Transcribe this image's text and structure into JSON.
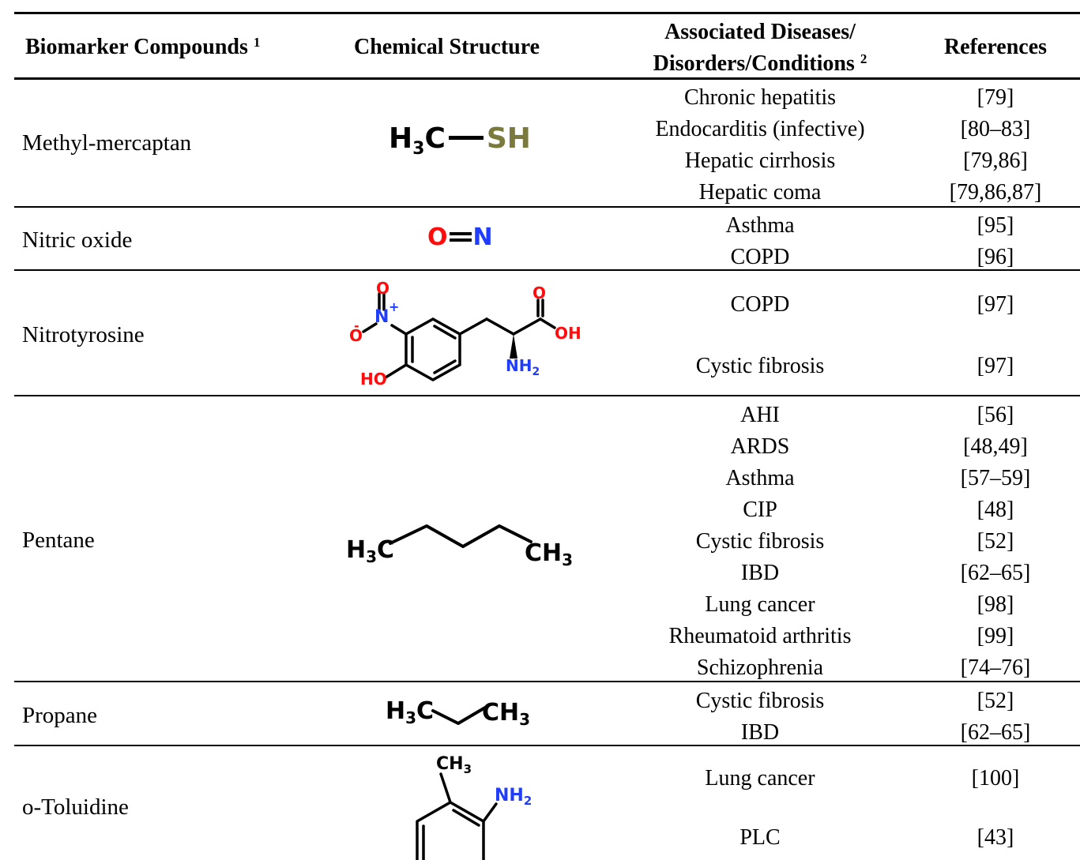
{
  "header": {
    "compound": "Biomarker Compounds",
    "compound_note": "1",
    "structure": "Chemical Structure",
    "disease_line1": "Associated Diseases/",
    "disease_line2": "Disorders/Conditions",
    "disease_note": "2",
    "references": "References"
  },
  "rows": [
    {
      "compound": "Methyl-mercaptan",
      "structure_text": [
        "H",
        "3",
        "C",
        "SH"
      ],
      "diseases": [
        "Chronic hepatitis",
        "Endocarditis (infective)",
        "Hepatic cirrhosis",
        "Hepatic coma"
      ],
      "refs": [
        "[79]",
        "[80–83]",
        "[79,86]",
        "[79,86,87]"
      ]
    },
    {
      "compound": "Nitric oxide",
      "structure_text": [
        "O",
        "N"
      ],
      "diseases": [
        "Asthma",
        "COPD"
      ],
      "refs": [
        "[95]",
        "[96]"
      ]
    },
    {
      "compound": "Nitrotyrosine",
      "structure_text": [
        "O",
        "N",
        "+",
        "O",
        "-",
        "HO",
        "NH",
        "2",
        "O",
        "OH"
      ],
      "diseases": [
        "COPD",
        "Cystic fibrosis"
      ],
      "refs": [
        "[97]",
        "[97]"
      ]
    },
    {
      "compound": "Pentane",
      "structure_text": [
        "H",
        "3",
        "C",
        "CH",
        "3"
      ],
      "diseases": [
        "AHI",
        "ARDS",
        "Asthma",
        "CIP",
        "Cystic fibrosis",
        "IBD",
        "Lung cancer",
        "Rheumatoid arthritis",
        "Schizophrenia"
      ],
      "refs": [
        "[56]",
        "[48,49]",
        "[57–59]",
        "[48]",
        "[52]",
        "[62–65]",
        "[98]",
        "[99]",
        "[74–76]"
      ]
    },
    {
      "compound": "Propane",
      "structure_text": [
        "H",
        "3",
        "C",
        "CH",
        "3"
      ],
      "diseases": [
        "Cystic fibrosis",
        "IBD"
      ],
      "refs": [
        "[52]",
        "[62–65]"
      ]
    },
    {
      "compound": "o-Toluidine",
      "structure_text": [
        "CH",
        "3",
        "NH",
        "2"
      ],
      "diseases": [
        "Lung cancer",
        "PLC"
      ],
      "refs": [
        "[100]",
        "[43]"
      ]
    }
  ],
  "colors": {
    "sulfur": "#7a7a3c",
    "oxygen": "#ff0d0d",
    "nitrogen": "#1f3cff",
    "carbon": "#000000"
  }
}
